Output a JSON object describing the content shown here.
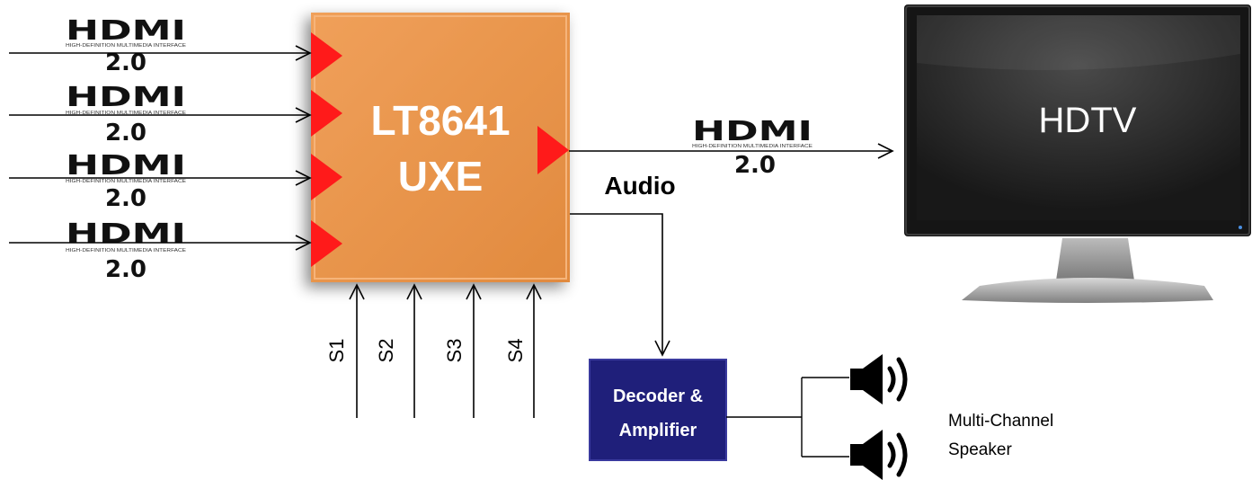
{
  "chip": {
    "line1": "LT8641",
    "line2": "UXE",
    "fill": "#e8934a"
  },
  "hdmi_inputs": [
    {
      "logo": "HDMI",
      "tagline": "HIGH-DEFINITION MULTIMEDIA INTERFACE",
      "version": "2.0"
    },
    {
      "logo": "HDMI",
      "tagline": "HIGH-DEFINITION MULTIMEDIA INTERFACE",
      "version": "2.0"
    },
    {
      "logo": "HDMI",
      "tagline": "HIGH-DEFINITION MULTIMEDIA INTERFACE",
      "version": "2.0"
    },
    {
      "logo": "HDMI",
      "tagline": "HIGH-DEFINITION MULTIMEDIA INTERFACE",
      "version": "2.0"
    }
  ],
  "hdmi_output": {
    "logo": "HDMI",
    "tagline": "HIGH-DEFINITION MULTIMEDIA INTERFACE",
    "version": "2.0"
  },
  "audio_label": "Audio",
  "selects": [
    "S1",
    "S2",
    "S3",
    "S4"
  ],
  "decoder": {
    "line1": "Decoder &",
    "line2": "Amplifier",
    "fill": "#1f1f7a"
  },
  "speaker_label": {
    "line1": "Multi-Channel",
    "line2": "Speaker"
  },
  "tv_label": "HDTV",
  "colors": {
    "port_triangle": "#ff1a1a",
    "line": "#000000",
    "tv_frame": "#1a1a1a"
  },
  "icons": {
    "speaker": "speaker-icon",
    "tv": "monitor-icon",
    "hdmi": "hdmi-logo-icon"
  }
}
